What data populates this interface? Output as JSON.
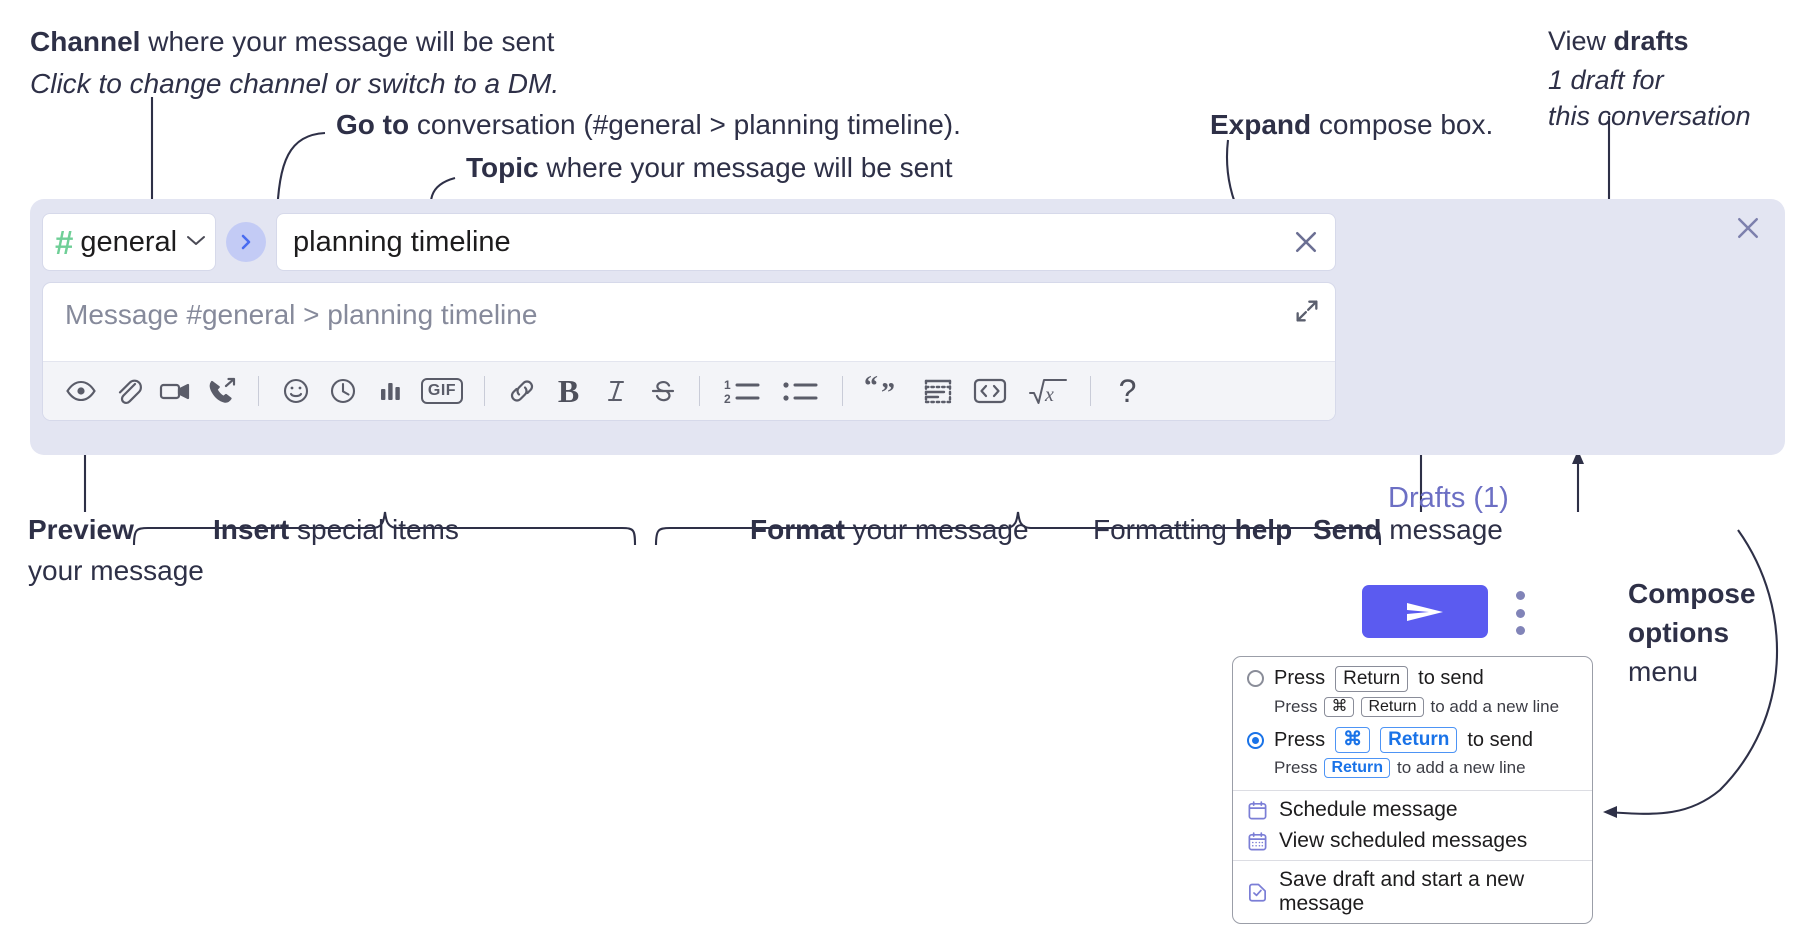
{
  "annotations": {
    "channel": {
      "bold": "Channel",
      "rest": " where your message will be sent",
      "italic": "Click to change channel or switch to a DM."
    },
    "goto": {
      "bold": "Go to",
      "rest": " conversation (#general > planning timeline)."
    },
    "topic": {
      "bold": "Topic",
      "rest": " where your message will be sent"
    },
    "expand": {
      "bold": "Expand",
      "rest": " compose box."
    },
    "drafts": {
      "plain": "View ",
      "bold": "drafts",
      "italic_l1": "1 draft for",
      "italic_l2": "this conversation"
    },
    "preview": {
      "bold": "Preview",
      "line2": "your message"
    },
    "insert": {
      "bold": "Insert",
      "rest": " special items"
    },
    "format": {
      "bold": "Format",
      "rest": " your message"
    },
    "help": {
      "plain": "Formatting ",
      "bold": "help"
    },
    "send": {
      "bold": "Send",
      "rest": " message"
    },
    "compose_options": {
      "bold_l1": "Compose",
      "bold_l2": "options",
      "plain_l3": "menu"
    }
  },
  "compose": {
    "channel_name": "general",
    "hash_symbol": "#",
    "topic_value": "planning timeline",
    "message_placeholder": "Message #general > planning timeline",
    "drafts_label": "Drafts (1)",
    "gif_label": "GIF",
    "bold_label": "B",
    "italic_label": "I",
    "help_label": "?",
    "toolbar_icons": [
      "eye-icon",
      "paperclip-icon",
      "video-icon",
      "call-icon",
      "emoji-icon",
      "clock-icon",
      "poll-icon",
      "gif-icon",
      "link-icon",
      "bold-icon",
      "italic-icon",
      "strikethrough-icon",
      "ordered-list-icon",
      "bulleted-list-icon",
      "blockquote-icon",
      "code-block-icon",
      "code-icon",
      "math-icon",
      "help-icon"
    ]
  },
  "popup": {
    "option_1": {
      "selected": false,
      "main": {
        "press": "Press",
        "key": "Return",
        "tail": "to send"
      },
      "sub": {
        "press": "Press",
        "key1": "⌘",
        "key2": "Return",
        "tail": "to add a new line"
      }
    },
    "option_2": {
      "selected": true,
      "main": {
        "press": "Press",
        "key1": "⌘",
        "key2": "Return",
        "tail": "to send"
      },
      "sub": {
        "press": "Press",
        "key": "Return",
        "tail": "to add a new line"
      }
    },
    "items": [
      {
        "icon": "calendar-icon",
        "label": "Schedule message"
      },
      {
        "icon": "calendar-grid-icon",
        "label": "View scheduled messages"
      },
      {
        "icon": "save-draft-icon",
        "label": "Save draft and start a new message"
      }
    ]
  },
  "colors": {
    "accent_purple": "#5b5bf0",
    "compose_bg": "#e3e5f2",
    "hash_green": "#6fcf97",
    "drafts_text": "#6c6fc4",
    "goto_badge": "#c3cbf5",
    "annotation_text": "#2e3047",
    "radio_blue": "#1a73e8"
  }
}
